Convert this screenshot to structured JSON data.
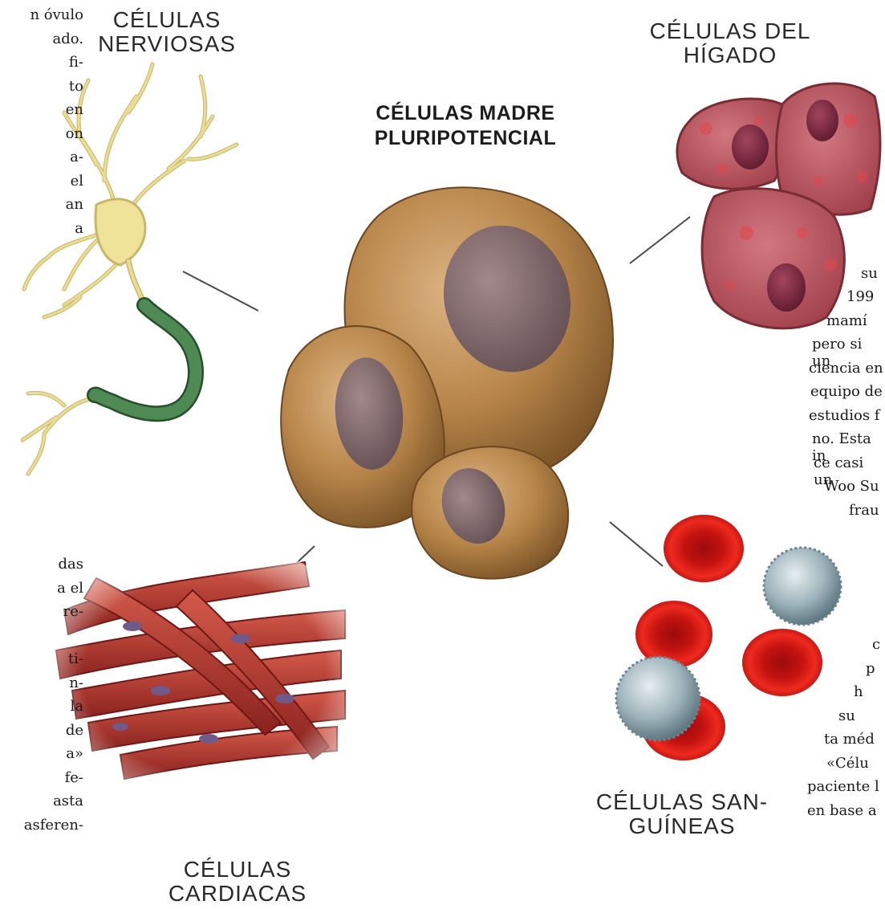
{
  "labels": {
    "nerve": [
      "CÉLULAS",
      "NERVIOSAS"
    ],
    "liver": [
      "CÉLULAS DEL",
      "HÍGADO"
    ],
    "stem": [
      "CÉLULAS MADRE",
      "PLURIPOTENCIAL"
    ],
    "blood": [
      "CÉLULAS SAN-",
      "GUÍNEAS"
    ],
    "heart": [
      "CÉLULAS",
      "CARDIACAS"
    ]
  },
  "left_column_top": [
    "n óvulo",
    "ado.",
    "fi-",
    "to",
    "en",
    "on",
    "a-",
    "el",
    "an",
    "a"
  ],
  "left_column_bottom": [
    "das",
    "a el",
    "re-",
    "",
    "ti-",
    "n-",
    "la",
    "de",
    "a»",
    "fe-",
    "asta",
    "asferen-"
  ],
  "right_column_top": [
    "su",
    "199",
    "mamí",
    "pero si un",
    "ciencia en",
    "equipo de",
    "estudios f",
    "no. Esta in",
    "ce casi un",
    "Woo Su",
    "frau"
  ],
  "right_column_bottom": [
    "c",
    "p",
    "h",
    "su",
    "ta méd",
    "«Célu",
    "paciente l",
    "en base a"
  ],
  "colors": {
    "cytoplasm": "#b8864a",
    "nucleus": "#7d6568",
    "neuron": "#e9dd96",
    "myelin": "#3f7a45",
    "liver": "#b9505a",
    "blood_red": "#d31512",
    "leukocyte": "#8fa4ad",
    "muscle": "#b3342e"
  }
}
